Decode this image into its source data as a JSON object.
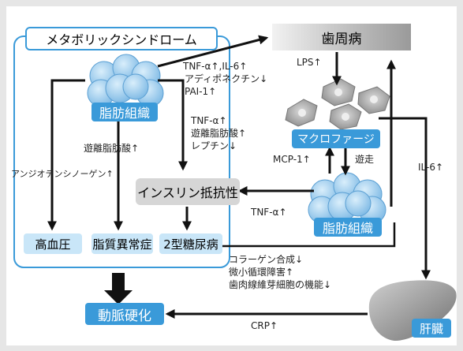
{
  "diagram": {
    "metabolic_title": "メタボリックシンドローム",
    "periodontal": "歯周病",
    "adipose_left": "脂肪組織",
    "adipose_right": "脂肪組織",
    "macrophage": "マクロファージ",
    "insulin_resistance": "インスリン抵抗性",
    "hypertension": "高血圧",
    "dyslipidemia": "脂質異常症",
    "diabetes": "2型糖尿病",
    "atherosclerosis": "動脈硬化",
    "liver": "肝臓",
    "lbl_tnf_il6": "TNF-α↑,IL-6↑",
    "lbl_adiponectin": "アディポネクチン↓",
    "lbl_pai1": "PAI-1↑",
    "lbl_lps": "LPS↑",
    "lbl_tnf2": "TNF-α↑",
    "lbl_ffa2": "遊離脂肪酸↑",
    "lbl_leptin": "レプチン↓",
    "lbl_ffa": "遊離脂肪酸↑",
    "lbl_angiotensinogen": "アンジオテンシノーゲン↑",
    "lbl_mcp1": "MCP-1↑",
    "lbl_migration": "遊走",
    "lbl_il6": "IL-6↑",
    "lbl_tnf3": "TNF-α↑",
    "lbl_collagen": "コラーゲン合成↓",
    "lbl_microcirc": "微小循環障害↑",
    "lbl_fibroblast": "歯肉線維芽細胞の機能↓",
    "lbl_crp": "CRP↑"
  }
}
